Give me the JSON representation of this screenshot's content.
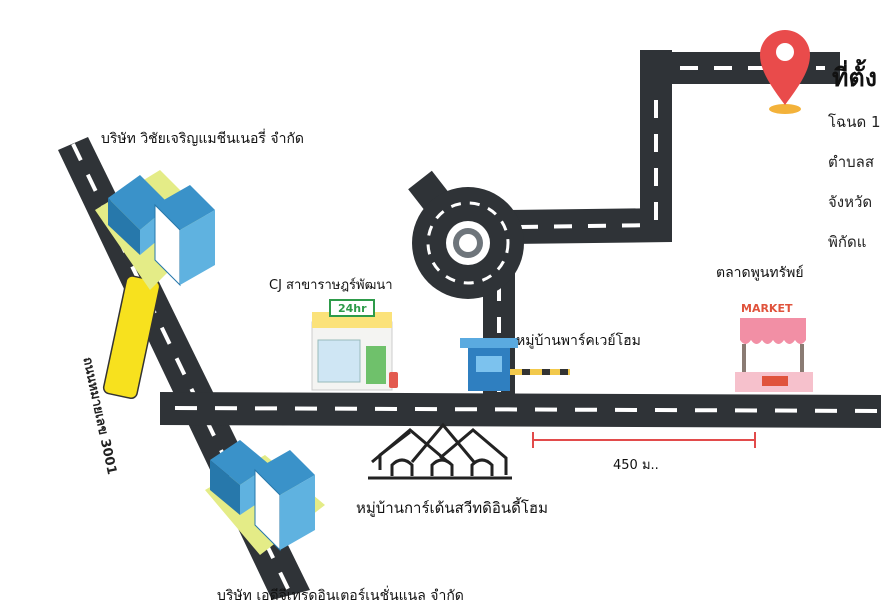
{
  "header": {
    "title": "ที่ตั้ง",
    "lines": [
      "โฉนด 1",
      "ตำบลส",
      "จังหวัด",
      "พิกัดแ"
    ]
  },
  "roads": {
    "highway_sign": "ถนนหมายเลข 3001"
  },
  "places": {
    "factory_top": "บริษัท วิชัยเจริญแมชีนเนอรี่ จำกัด",
    "cj_store": "CJ สาขาราษฎร์พัฒนา",
    "cj_sign": "24hr",
    "village_park": "หมู่บ้านพาร์คเวย์โฮม",
    "market": "ตลาดพูนทรัพย์",
    "market_sign": "MARKET",
    "village_garden": "หมู่บ้านการ์เด้นสวีทดิอินดี้โฮม",
    "factory_bottom": "บริษัท เอดีจีเทรดอินเตอร์เนชั่นแนล จำกัด"
  },
  "scale": {
    "label": "450 ม.."
  },
  "colors": {
    "road": "#3a3f44",
    "dash": "#ffffff",
    "pin": "#e94b4b",
    "sign": "#f7e11e",
    "scale": "#e24b4b"
  }
}
